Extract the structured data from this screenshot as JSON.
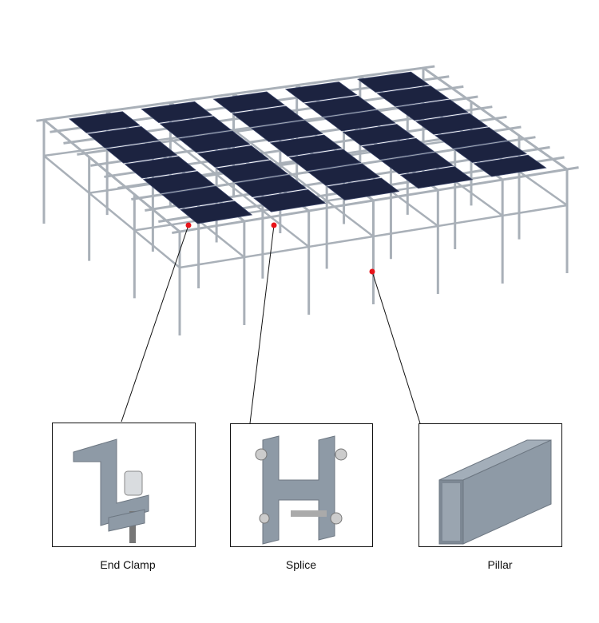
{
  "components": [
    {
      "label": "End Clamp"
    },
    {
      "label": "Splice"
    },
    {
      "label": "Pillar"
    }
  ],
  "colors": {
    "panel": "#1c2340",
    "frame": "#a9b0b8",
    "marker": "#e8141a",
    "part": "#8e9aa6"
  }
}
